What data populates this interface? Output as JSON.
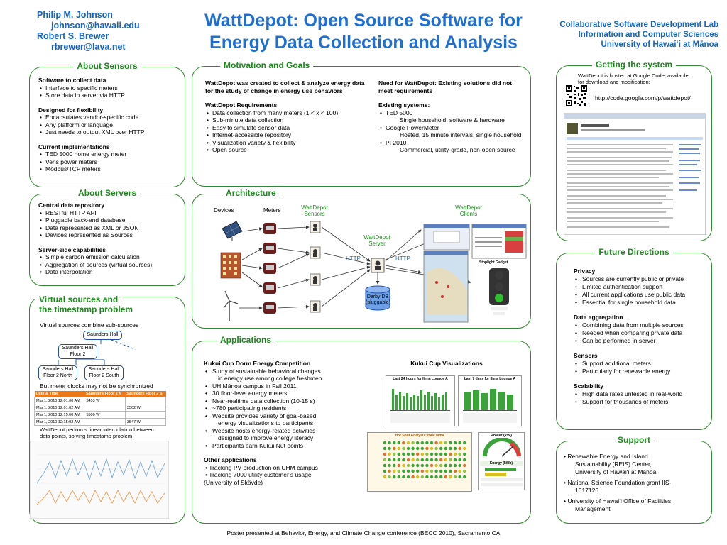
{
  "authors": {
    "name1": "Philip M. Johnson",
    "email1": "johnson@hawaii.edu",
    "name2": "Robert S. Brewer",
    "email2": "rbrewer@lava.net"
  },
  "title": {
    "line1": "WattDepot: Open Source Software for",
    "line2": "Energy Data Collection and Analysis"
  },
  "affiliation": {
    "line1": "Collaborative Software Development Lab",
    "line2": "Information and Computer Sciences",
    "line3": "University of Hawaiʻi at Mānoa"
  },
  "about_sensors": {
    "title": "About Sensors",
    "h1": "Software to collect data",
    "items1": [
      "Interface to specific meters",
      "Store data in server via HTTP"
    ],
    "h2": "Designed for flexibility",
    "items2": [
      "Encapsulates vendor-specific code",
      "Any platform or language",
      "Just needs to output XML over HTTP"
    ],
    "h3": "Current implementations",
    "items3": [
      "TED 5000 home energy meter",
      "Veris power meters",
      "Modbus/TCP meters"
    ]
  },
  "about_servers": {
    "title": "About Servers",
    "h1": "Central data repository",
    "items1": [
      "RESTful HTTP API",
      "Pluggable back-end database",
      "Data represented as XML or JSON",
      "Devices represented as Sources"
    ],
    "h2": "Server-side capabilities",
    "items2": [
      "Simple carbon emission calculation",
      "Aggregation of sources (virtual sources)",
      "Data interpolation"
    ]
  },
  "virtual": {
    "title_line1": "Virtual sources and",
    "title_line2": "the timestamp problem",
    "intro": "Virtual sources combine sub-sources",
    "node_top": "Saunders Hall",
    "node_mid_l1": "Saunders Hall",
    "node_mid_l2": "Floor 2",
    "node_l_l1": "Saunders Hall",
    "node_l_l2": "Floor 2 North",
    "node_r_l1": "Saunders Hall",
    "node_r_l2": "Floor 2 South",
    "clock_note": "But meter clocks may not be synchronized",
    "table_headers": [
      "Date & Time",
      "Saunders Floor 2 N",
      "Saunders Floor 2 S"
    ],
    "table_rows": [
      [
        "Mar 1, 2010 12:01:00 AM",
        "5453 W",
        ""
      ],
      [
        "Mar 1, 2010 12:01:02 AM",
        "",
        "3562 W"
      ],
      [
        "Mar 1, 2010 12:15:00 AM",
        "5500 W",
        ""
      ],
      [
        "Mar 1, 2010 12:15:02 AM",
        "",
        "3547 W"
      ]
    ],
    "interp_line1": "WattDepot performs linear interpolation between",
    "interp_line2": "data points, solving timestamp problem"
  },
  "motivation": {
    "title": "Motivation and Goals",
    "intro": "WattDepot was created to collect & analyze energy data for the study of change in energy use behaviors",
    "req_h": "WattDepot Requirements",
    "req_items": [
      "Data collection from many meters (1 < x < 100)",
      "Sub-minute data collection",
      "Easy to simulate sensor data",
      "Internet-accessible repository",
      "Visualization variety & flexibility",
      "Open source"
    ],
    "need_h": "Need for WattDepot: Existing solutions did not meet requirements",
    "exist_h": "Existing systems:",
    "ted": "TED 5000",
    "ted_desc": "Single household, software & hardware",
    "gpm": "Google PowerMeter",
    "gpm_desc": "Hosted, 15 minute intervals, single household",
    "pi": "PI 2010",
    "pi_desc": "Commercial, utility-grade, non-open source"
  },
  "getting": {
    "title": "Getting the system",
    "text_l1": "WattDepot is hosted at Google Code, available",
    "text_l2": "for download and modification:",
    "url": "http://code.google.com/p/wattdepot/"
  },
  "architecture": {
    "title": "Architecture",
    "devices": "Devices",
    "meters": "Meters",
    "sensors_l1": "WattDepot",
    "sensors_l2": "Sensors",
    "clients_l1": "WattDepot",
    "clients_l2": "Clients",
    "server_l1": "WattDepot",
    "server_l2": "Server",
    "http1": "HTTP",
    "http2": "HTTP",
    "db_l1": "Derby DB",
    "db_l2": "(pluggable)",
    "gadget": "Stoplight Gadget"
  },
  "future": {
    "title": "Future Directions",
    "h1": "Privacy",
    "items1": [
      "Sources are currently public or private",
      "Limited authentication support",
      "All current applications use public data",
      "Essential for single household data"
    ],
    "h2": "Data aggregation",
    "items2": [
      "Combining data from multiple sources",
      "Needed when comparing private data",
      "Can be performed in server"
    ],
    "h3": "Sensors",
    "items3": [
      "Support additional meters",
      "Particularly for renewable energy"
    ],
    "h4": "Scalability",
    "items4": [
      "High data rates untested in real-world",
      "Support for thousands of meters"
    ]
  },
  "applications": {
    "title": "Applications",
    "h1": "Kukui Cup Dorm Energy Competition",
    "i1a": "Study of sustainable behavioral changes",
    "i1b": "in energy use among college freshmen",
    "i2": "UH Mānoa campus in Fall 2011",
    "i3": "30 floor-level energy meters",
    "i4": "Near-realtime data collection (10-15 s)",
    "i5": "~780 participating residents",
    "i6a": "Website provides variety of goal-based",
    "i6b": "energy visualizations to participants",
    "i7a": "Website hosts energy-related activities",
    "i7b": "designed to improve energy literacy",
    "i8": "Participants earn Kukui Nut points",
    "h2": "Other applications",
    "o1": "Tracking PV production on UHM campus",
    "o2": "Tracking 7000 utility customer’s usage",
    "o3": "(University of Skövde)",
    "viz_title": "Kukui Cup Visualizations",
    "chart1_title": "Last 24 hours for Ilima Lounge A",
    "chart2_title": "Last 7 days for Ilima Lounge A",
    "hotspot_title": "Hot Spot Analysis: Hale Ilima",
    "power_title": "Power (kW)",
    "energy_title": "Energy (kWh)"
  },
  "support": {
    "title": "Support",
    "s1a": "Renewable Energy and Island",
    "s1b": "Sustainability (REIS) Center,",
    "s1c": "University of Hawaiʻi at Mānoa",
    "s2a": "National Science Foundation grant IIS-",
    "s2b": "1017126",
    "s3a": "University of Hawaiʻi Office of Facilities",
    "s3b": "Management"
  },
  "footer": "Poster presented at Behavior, Energy, and Climate Change conference (BECC 2010), Sacramento CA",
  "colors": {
    "panel_border": "#2e8b2e",
    "heading": "#1565c0",
    "panel_title": "#1b8a1b"
  }
}
